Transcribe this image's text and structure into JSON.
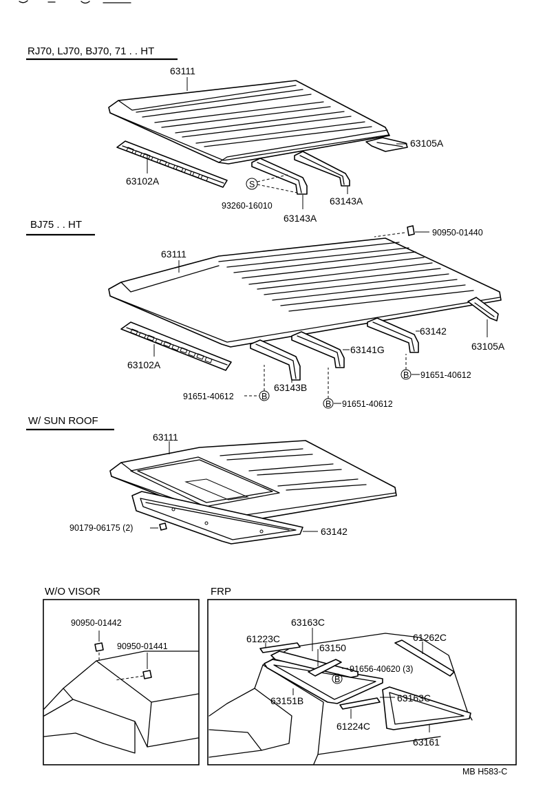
{
  "sections": {
    "rj70_ht": {
      "title": "RJ70, LJ70, BJ70, 71 . . HT"
    },
    "bj75_ht": {
      "title": "BJ75 . . HT"
    },
    "sun_roof": {
      "title": "W/ SUN  ROOF"
    },
    "wo_visor": {
      "title": "W/O VISOR"
    },
    "frp": {
      "title": "FRP"
    }
  },
  "labels": {
    "s1_63111": "63111",
    "s1_63105A": "63105A",
    "s1_63102A": "63102A",
    "s1_93260": "93260-16010",
    "s1_63143A_a": "63143A",
    "s1_63143A_b": "63143A",
    "s2_90950_01440": "90950-01440",
    "s2_63111": "63111",
    "s2_63142": "63142",
    "s2_63105A": "63105A",
    "s2_63141G": "63141G",
    "s2_63102A": "63102A",
    "s2_91651_a": "91651-40612",
    "s2_91651_b": "91651-40612",
    "s2_91651_c": "91651-40612",
    "s2_63143B": "63143B",
    "s3_63111": "63111",
    "s3_90179": "90179-06175 (2)",
    "s3_63142": "63142",
    "v_90950_01442": "90950-01442",
    "v_90950_01441": "90950-01441",
    "f_63163C_a": "63163C",
    "f_61223C": "61223C",
    "f_61262C": "61262C",
    "f_63150": "63150",
    "f_91656": "91656-40620 (3)",
    "f_63151B": "63151B",
    "f_63163C_b": "63163C",
    "f_61224C": "61224C",
    "f_63161": "63161"
  },
  "markers": {
    "s": "S",
    "b": "B"
  },
  "footer": {
    "code": "MB  H583-C"
  }
}
